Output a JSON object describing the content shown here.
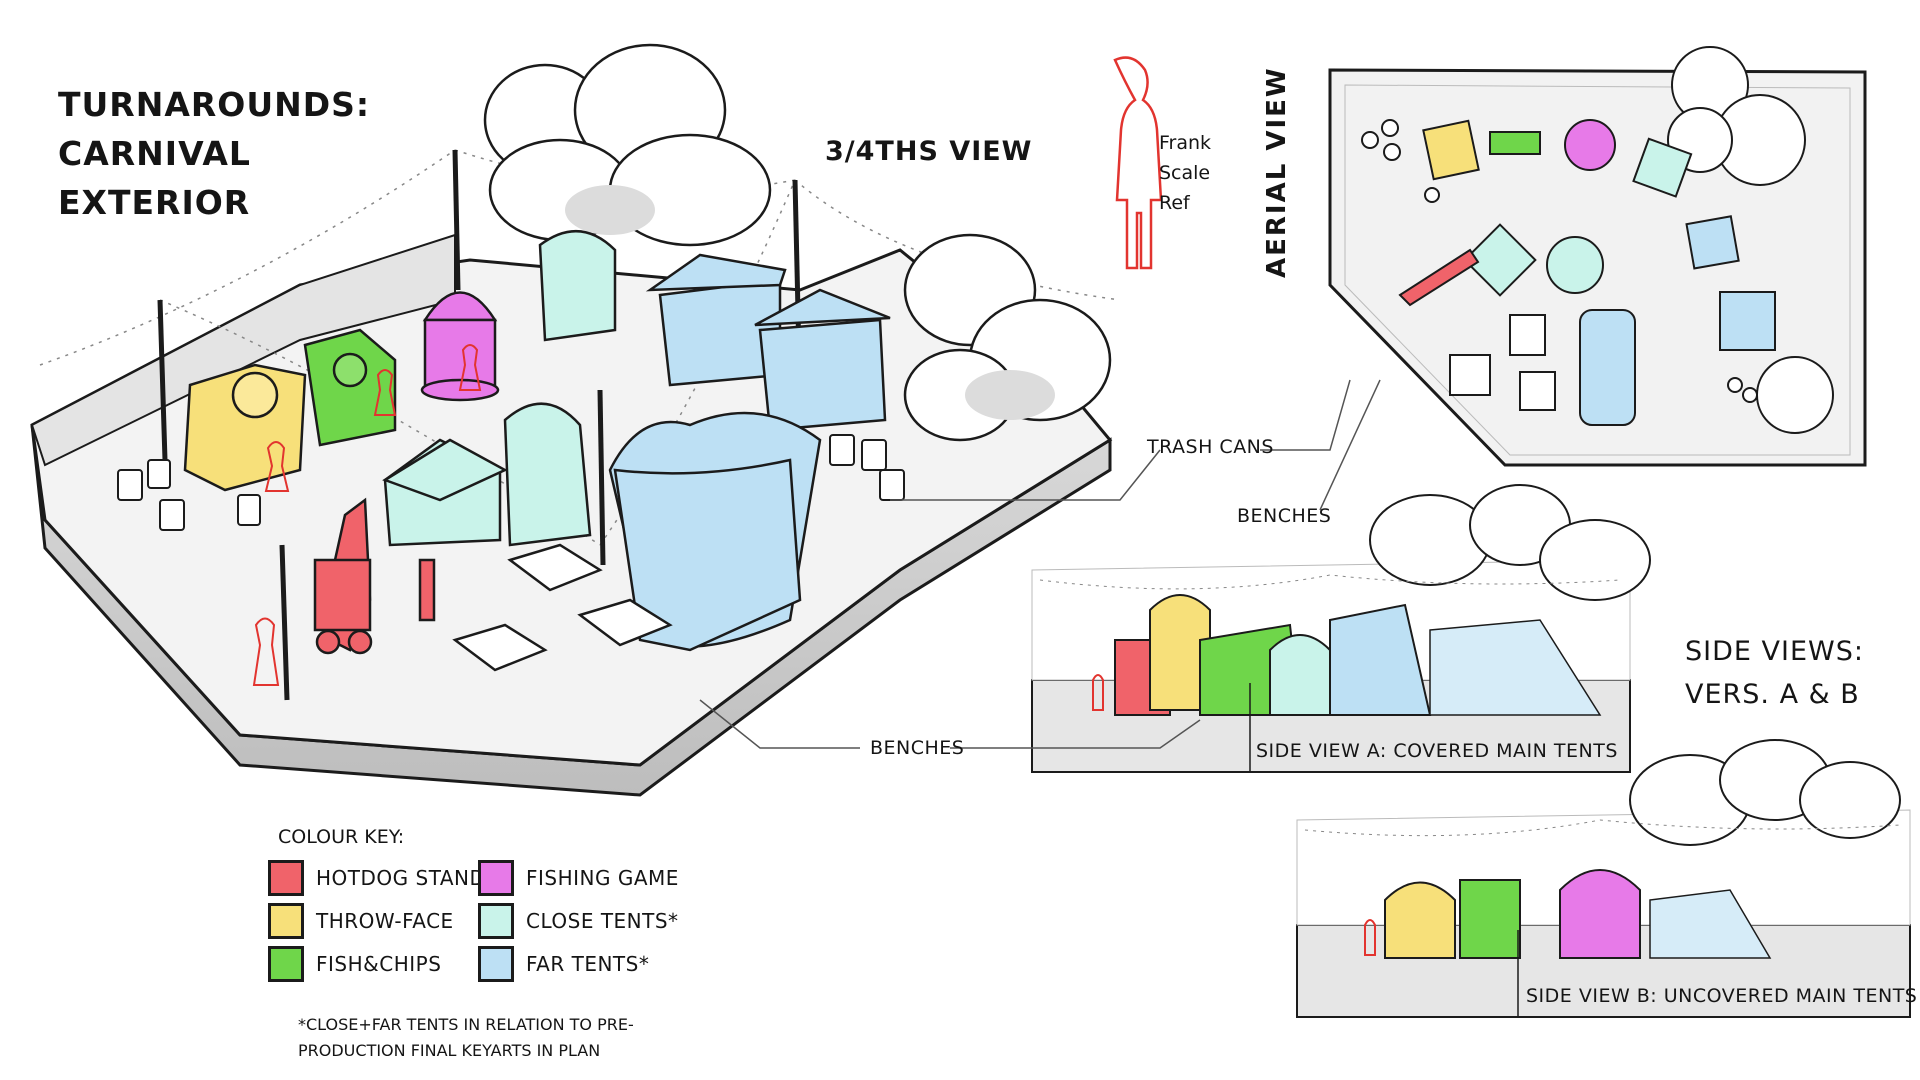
{
  "title": {
    "line1": "TURNAROUNDS:",
    "line2": "CARNIVAL",
    "line3": "EXTERIOR"
  },
  "view_labels": {
    "three_quarter": "3/4THS VIEW",
    "aerial": "AERIAL VIEW",
    "side_views_line1": "SIDE VIEWS:",
    "side_views_line2": "VERS. A & B"
  },
  "scale_ref": {
    "line1": "Frank",
    "line2": "Scale",
    "line3": "Ref"
  },
  "callouts": {
    "trash_cans": "TRASH CANS",
    "benches_top": "BENCHES",
    "benches_bottom": "BENCHES"
  },
  "side_view_captions": {
    "a": "SIDE VIEW A: COVERED MAIN TENTS",
    "b": "SIDE VIEW B: UNCOVERED MAIN TENTS"
  },
  "colour_key": {
    "title": "COLOUR KEY:",
    "items": [
      {
        "label": "HOTDOG STAND",
        "color": "#f0636a"
      },
      {
        "label": "THROW-FACE",
        "color": "#f7e07a"
      },
      {
        "label": "FISH&CHIPS",
        "color": "#6fd64a"
      },
      {
        "label": "FISHING GAME",
        "color": "#e77ae8"
      },
      {
        "label": "CLOSE TENTS*",
        "color": "#c9f3ea"
      },
      {
        "label": "FAR TENTS*",
        "color": "#bde0f4"
      }
    ],
    "note_line1": "*CLOSE+FAR TENTS IN RELATION TO PRE-",
    "note_line2": "PRODUCTION FINAL KEYARTS IN PLAN"
  },
  "colors": {
    "outline": "#1b1b1b",
    "scale_figure": "#e2342f",
    "ground": "#f2f2f2",
    "tree_shade": "#dcdcdc"
  }
}
